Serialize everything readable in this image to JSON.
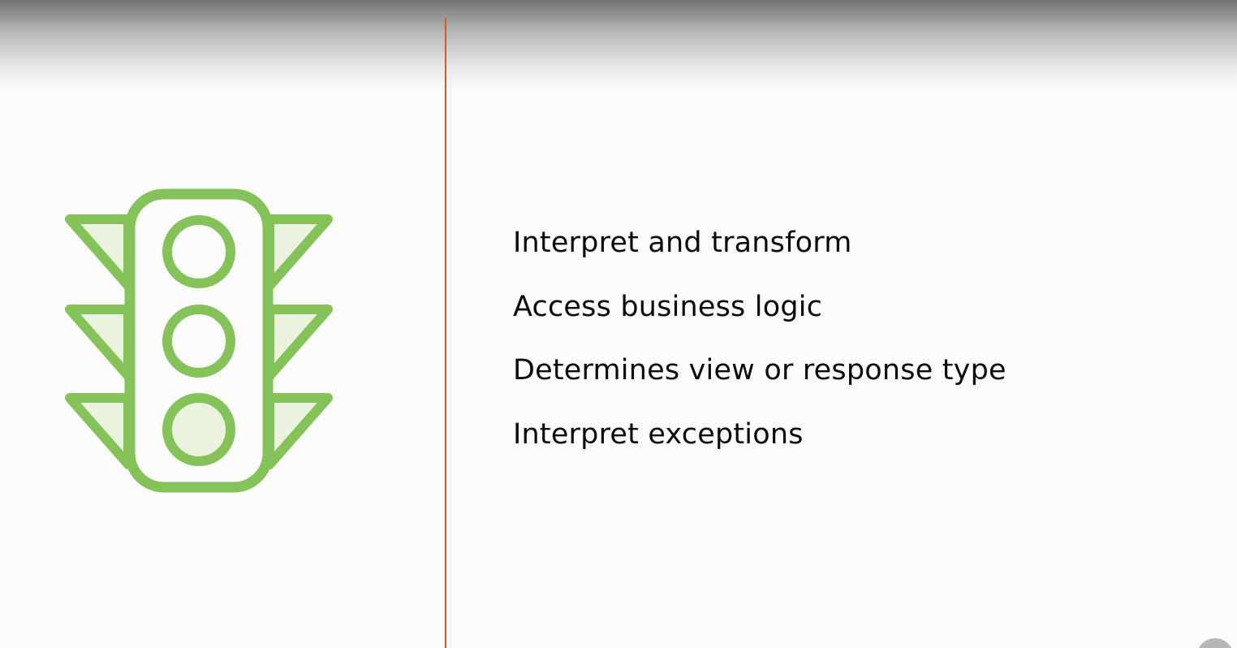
{
  "colors": {
    "accent_green": "#86c25a",
    "fill_green": "#eaf3de",
    "divider_orange": "#d6582f",
    "text": "#0a0a0a"
  },
  "slide": {
    "icon": "traffic-light-icon",
    "bullets": [
      "Interpret and transform",
      "Access business logic",
      "Determines view or response type",
      "Interpret exceptions"
    ]
  }
}
